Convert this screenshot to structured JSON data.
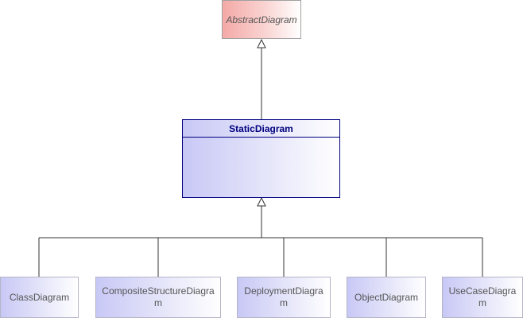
{
  "diagram": {
    "parent": {
      "name": "AbstractDiagram"
    },
    "main": {
      "name": "StaticDiagram"
    },
    "children": [
      {
        "name": "ClassDiagram"
      },
      {
        "name": "CompositeStructureDiagram"
      },
      {
        "name": "DeploymentDiagram"
      },
      {
        "name": "ObjectDiagram"
      },
      {
        "name": "UseCaseDiagram"
      }
    ]
  },
  "colors": {
    "abstract_fill": "#f4a9a6",
    "class_fill": "#c8c8f6",
    "class_border": "#00007f",
    "connector": "#333333"
  }
}
